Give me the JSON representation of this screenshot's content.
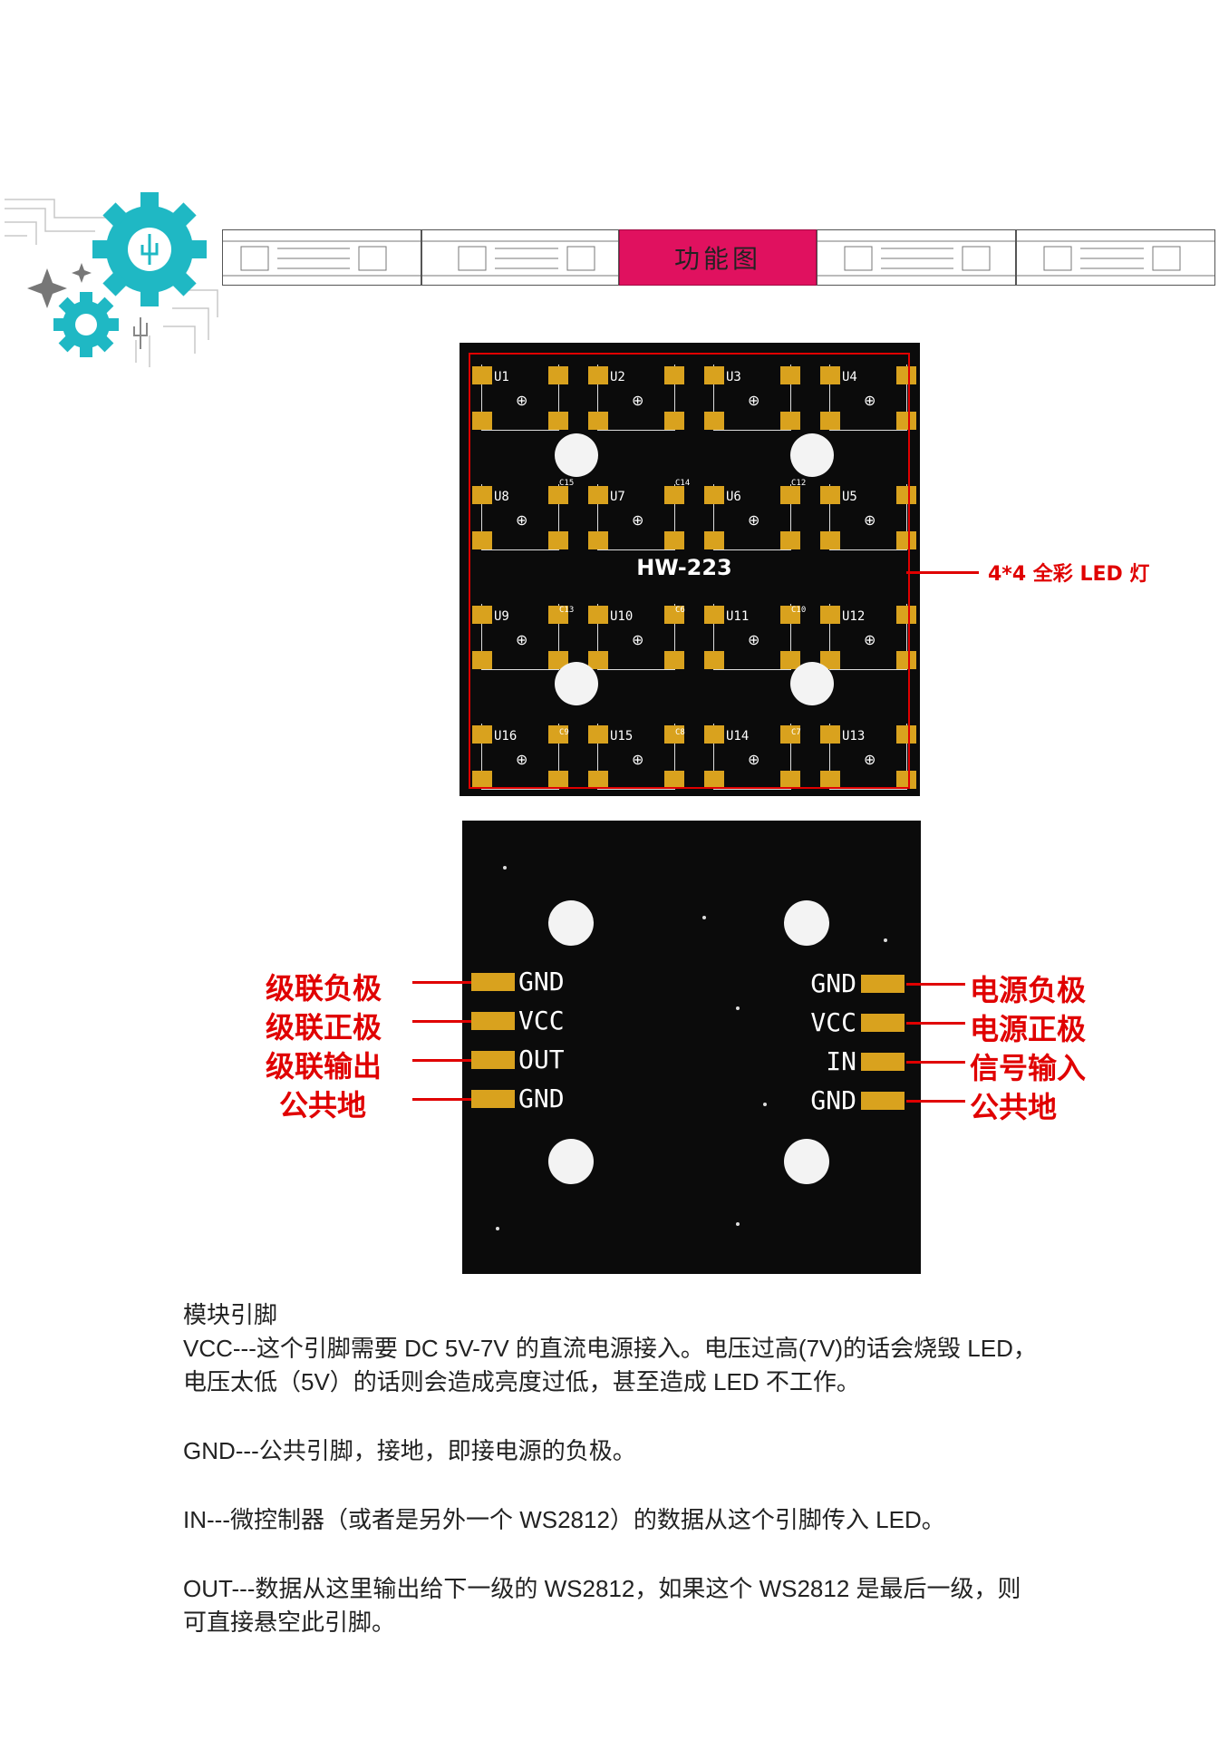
{
  "header": {
    "title": "功能图"
  },
  "front_board": {
    "model_label": "HW-223",
    "callout": "4*4 全彩 LED 灯",
    "led_labels": [
      "U1",
      "U2",
      "U3",
      "U4",
      "U8",
      "U7",
      "U6",
      "U5",
      "U9",
      "U10",
      "U11",
      "U12",
      "U16",
      "U15",
      "U14",
      "U13"
    ],
    "cap_labels": [
      "C15",
      "C14",
      "C12",
      "C13",
      "C6",
      "C10",
      "C9",
      "C8",
      "C7"
    ]
  },
  "back_board": {
    "left_pins": [
      "GND",
      "VCC",
      "OUT",
      "GND"
    ],
    "right_pins": [
      "GND",
      "VCC",
      "IN",
      "GND"
    ],
    "left_labels": [
      "级联负极",
      "级联正极",
      "级联输出",
      "公共地"
    ],
    "right_labels": [
      "电源负极",
      "电源正极",
      "信号输入",
      "公共地"
    ]
  },
  "text": {
    "heading": "模块引脚",
    "vcc_line1": "VCC---这个引脚需要 DC 5V-7V 的直流电源接入。电压过高(7V)的话会烧毁 LED，",
    "vcc_line2": "电压太低（5V）的话则会造成亮度过低，甚至造成 LED 不工作。",
    "gnd": "GND---公共引脚，接地，即接电源的负极。",
    "in": "IN---微控制器（或者是另外一个 WS2812）的数据从这个引脚传入 LED。",
    "out_line1": "OUT---数据从这里输出给下一级的 WS2812，如果这个 WS2812 是最后一级，则",
    "out_line2": "可直接悬空此引脚。"
  },
  "colors": {
    "accent": "#e0115f",
    "teal": "#1fb8c4",
    "callout_red": "#e00000",
    "pad_gold": "#d9a21e"
  }
}
